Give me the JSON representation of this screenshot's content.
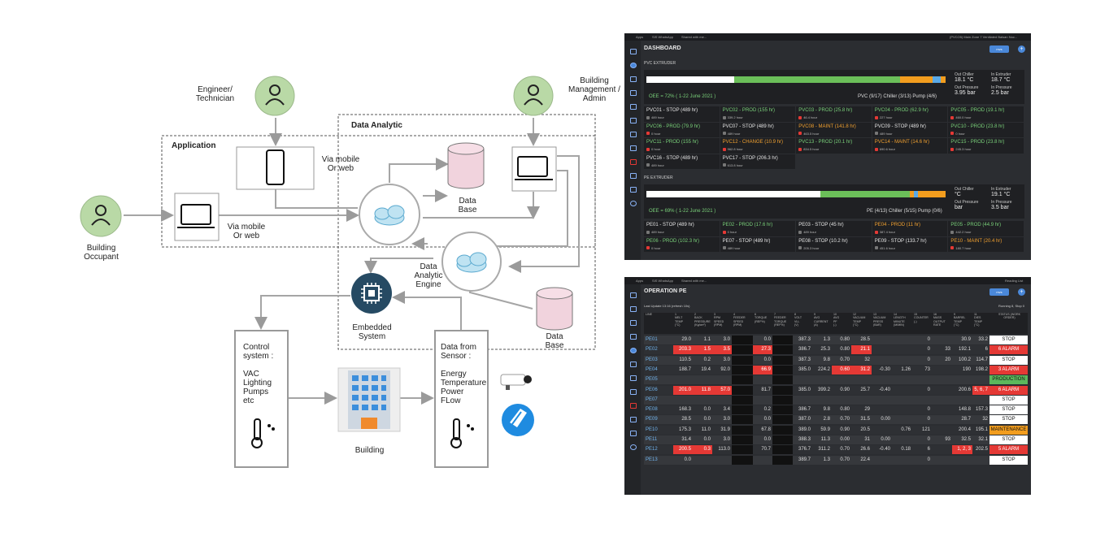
{
  "diagram": {
    "actors": {
      "engineer": "Engineer/\nTechnician",
      "building_mgmt": "Building\nManagement /\nAdmin",
      "occupant": "Building\nOccupant"
    },
    "labels": {
      "data_analytic": "Data Analytic",
      "application": "Application",
      "via_mobile_top": "Via mobile\nOr web",
      "via_mobile_bottom": "Via mobile\nOr web",
      "database_top": "Data\nBase",
      "database_bottom": "Data\nBase",
      "engine": "Data\nAnalytic\nEngine",
      "embedded": "Embedded\nSystem",
      "control": "Control\nsystem :\n\nVAC\nLighting\nPumps\netc",
      "building": "Building",
      "sensor": "Data from\nSensor :\n\nEnergy\nTemperature\nPower\nFLow"
    }
  },
  "dashboard": {
    "topbar": {
      "app": "Apps",
      "tab1": "SIS WhatsApp",
      "tab2": "Shared with me...",
      "right": "(PVCO5) Main Zone 7 Ventilated Balsan Nuc..."
    },
    "title": "DASHBOARD",
    "mvs": "mvs",
    "pvc": {
      "section": "PVC EXTRUDER",
      "oee": "OEE = 72% ( 1-22 June 2021 )",
      "summary": "PVC (9/17) Chiller (3/13) Pump (4/6)",
      "chiller": {
        "out_l": "Out Chiller",
        "out_v": "18.1 °C",
        "in_l": "In Extruder",
        "in_v": "18.7 °C",
        "op_l": "Out Pressure",
        "op_v": "3.95 bar",
        "ip_l": "In Pressure",
        "ip_v": "2.5 bar"
      },
      "cells": [
        {
          "t": "PVC01 - STOP (489 hr)",
          "s": "489 hour",
          "c": "#e6e6e6",
          "d": "#777"
        },
        {
          "t": "PVC02 - PROD (155 hr)",
          "s": "339.2 hour",
          "c": "#7ad07a",
          "d": "#777"
        },
        {
          "t": "PVC03 - PROD (25.8 hr)",
          "s": "46.4 hour",
          "c": "#7ad07a",
          "d": "#e53935"
        },
        {
          "t": "PVC04 - PROD (62.9 hr)",
          "s": "227 hour",
          "c": "#7ad07a",
          "d": "#e53935"
        },
        {
          "t": "PVC05 - PROD (19.1 hr)",
          "s": "460.0 hour",
          "c": "#7ad07a",
          "d": "#e53935"
        },
        {
          "t": "PVC06 - PROD (79.9 hr)",
          "s": "0 hour",
          "c": "#7ad07a",
          "d": "#e53935"
        },
        {
          "t": "PVC07 - STOP (489 hr)",
          "s": "489 hour",
          "c": "#e6e6e6",
          "d": "#777"
        },
        {
          "t": "PVC08 - MAINT (141.8 hr)",
          "s": "463.5 hour",
          "c": "#f0a030",
          "d": "#e53935"
        },
        {
          "t": "PVC09 - STOP (489 hr)",
          "s": "489 hour",
          "c": "#e6e6e6",
          "d": "#777"
        },
        {
          "t": "PVC10 - PROD (23.8 hr)",
          "s": "0 hour",
          "c": "#7ad07a",
          "d": "#e53935"
        },
        {
          "t": "PVC11 - PROD (155 hr)",
          "s": "0 hour",
          "c": "#7ad07a",
          "d": "#e53935"
        },
        {
          "t": "PVC12 - CHANGE (10.9 hr)",
          "s": "962.8 hour",
          "c": "#f0a030",
          "d": "#e53935"
        },
        {
          "t": "PVC13 - PROD (20.1 hr)",
          "s": "834.5 hour",
          "c": "#7ad07a",
          "d": "#e53935"
        },
        {
          "t": "PVC14 - MAINT (14.6 hr)",
          "s": "690.6 hour",
          "c": "#f0a030",
          "d": "#e53935"
        },
        {
          "t": "PVC15 - PROD (23.8 hr)",
          "s": "245.3 hour",
          "c": "#7ad07a",
          "d": "#e53935"
        },
        {
          "t": "PVC16 - STOP (489 hr)",
          "s": "489 hour",
          "c": "#e6e6e6",
          "d": "#777"
        },
        {
          "t": "PVC17 - STOP (206.3 hr)",
          "s": "613.8 hour",
          "c": "#e6e6e6",
          "d": "#777"
        }
      ]
    },
    "pe": {
      "section": "PE EXTRUDER",
      "oee": "OEE = 69% ( 1-22 June 2021 )",
      "summary": "PE (4/13) Chiller (5/15) Pump (0/6)",
      "chiller": {
        "out_l": "Out Chiller",
        "out_v": "°C",
        "in_l": "In Extruder",
        "in_v": "19.1 °C",
        "op_l": "Out Pressure",
        "op_v": "bar",
        "ip_l": "In Pressure",
        "ip_v": "3.5 bar"
      },
      "cells": [
        {
          "t": "PE01 - STOP (489 hr)",
          "s": "489 hour",
          "c": "#e6e6e6",
          "d": "#777"
        },
        {
          "t": "PE02 - PROD (17.6 hr)",
          "s": "0 hour",
          "c": "#7ad07a",
          "d": "#e53935"
        },
        {
          "t": "PE03 - STOP (45 hr)",
          "s": "489 hour",
          "c": "#e6e6e6",
          "d": "#777"
        },
        {
          "t": "PE04 - PROD (11 hr)",
          "s": "387.4 hour",
          "c": "#f0a030",
          "d": "#e53935"
        },
        {
          "t": "PE05 - PROD (44.9 hr)",
          "s": "442.2 hour",
          "c": "#7ad07a",
          "d": "#777"
        },
        {
          "t": "PE06 - PROD (102.3 hr)",
          "s": "0 hour",
          "c": "#7ad07a",
          "d": "#e53935"
        },
        {
          "t": "PE07 - STOP (489 hr)",
          "s": "489 hour",
          "c": "#e6e6e6",
          "d": "#777"
        },
        {
          "t": "PE08 - STOP (10.2 hr)",
          "s": "205.3 hour",
          "c": "#e6e6e6",
          "d": "#777"
        },
        {
          "t": "PE09 - STOP (133.7 hr)",
          "s": "451.6 hour",
          "c": "#e6e6e6",
          "d": "#777"
        },
        {
          "t": "PE10 - MAINT (20.4 hr)",
          "s": "180.7 hour",
          "c": "#f0a030",
          "d": "#e53935"
        }
      ]
    }
  },
  "operation": {
    "topbar": {
      "app": "Apps",
      "tab1": "SIS WhatsApp",
      "tab2": "Shared with me...",
      "right": "Reading List"
    },
    "title": "OPERATION PE",
    "mvs": "mvs",
    "last_update": "Last Update 13:16 (refresh 10s)",
    "running": "Running 8, Stop 0",
    "headers": [
      "LINE",
      "1\nMELT\nTEMP\n(°C)",
      "2\nBACK\nPRESSURE\n(Kg/cm²)",
      "3\nRPM\nSPEED\n(RPM)",
      "4\nFEEDER\nSPEED\n(RPM)",
      "6\nTORQUE\n(REF%)",
      "7\nFEEDER\nTORQUE\n(REF%)",
      "8\nVOLT\nVLL\n(V)",
      "9\nAVG\nCURRENT\n(A)",
      "10\nAVG\nPF\n(-)",
      "12\nVACUUM\nTEMP\n(°C)",
      "13\nVACUUM\nPRESS\n(BAR)",
      "14\nLENGTH\nMINUTE\n(M/MIN)",
      "15\nCOUNTER\n(-)",
      "16\nMASS\nOUTPUT\nRATE",
      "9\nBARREL\nTEMP\n(°C)",
      "11\nDIES\nTEMP\n(°C)",
      "STATUS (WORK\nORDER)"
    ],
    "rows": [
      {
        "line": "PE01",
        "v": [
          "29.0",
          "1.1",
          "3.0",
          "",
          "0.0",
          "",
          "387.3",
          "1.3",
          "0.80",
          "28.5",
          "",
          "",
          "0",
          "",
          "30.9",
          "33.2"
        ],
        "status": "STOP"
      },
      {
        "line": "PE02",
        "v": [
          "203.3",
          "1.5",
          "3.5",
          "",
          "27.3",
          "",
          "386.7",
          "25.3",
          "0.80",
          "21.1",
          "",
          "",
          "0",
          "33",
          "192.1",
          "6"
        ],
        "status": "6 ALARM"
      },
      {
        "line": "PE03",
        "v": [
          "110.5",
          "0.2",
          "3.0",
          "",
          "0.0",
          "",
          "387.3",
          "9.8",
          "0.70",
          "32",
          "",
          "",
          "0",
          "20",
          "100.2",
          "114.7"
        ],
        "status": "STOP"
      },
      {
        "line": "PE04",
        "v": [
          "188.7",
          "19.4",
          "92.0",
          "",
          "66.9",
          "",
          "385.0",
          "224.2",
          "0.60",
          "31.2",
          "-0.30",
          "1.26",
          "73",
          "",
          "190",
          "198.2"
        ],
        "status": "3 ALARM"
      },
      {
        "line": "PE05",
        "v": [
          "",
          "",
          "",
          "",
          "",
          "",
          "",
          "",
          "",
          "",
          "",
          "",
          "",
          "",
          "",
          ""
        ],
        "status": "PRODUCTION"
      },
      {
        "line": "PE06",
        "v": [
          "201.0",
          "11.8",
          "57.0",
          "",
          "81.7",
          "",
          "385.0",
          "399.2",
          "0.90",
          "25.7",
          "-0.40",
          "",
          "0",
          "",
          "200.6",
          "5, 6, 7"
        ],
        "status": "6 ALARM"
      },
      {
        "line": "PE07",
        "v": [
          "",
          "",
          "",
          "",
          "",
          "",
          "",
          "",
          "",
          "",
          "",
          "",
          "",
          "",
          "",
          ""
        ],
        "status": "STOP"
      },
      {
        "line": "PE08",
        "v": [
          "168.3",
          "0.0",
          "3.4",
          "",
          "0.2",
          "",
          "386.7",
          "9.8",
          "0.80",
          "29",
          "",
          "",
          "0",
          "",
          "148.8",
          "157.3"
        ],
        "status": "STOP"
      },
      {
        "line": "PE09",
        "v": [
          "28.5",
          "0.0",
          "3.0",
          "",
          "0.0",
          "",
          "387.0",
          "2.8",
          "0.70",
          "31.5",
          "0.00",
          "",
          "0",
          "",
          "28.7",
          "32"
        ],
        "status": "STOP"
      },
      {
        "line": "PE10",
        "v": [
          "175.3",
          "11.0",
          "31.9",
          "",
          "67.8",
          "",
          "389.0",
          "59.9",
          "0.90",
          "20.5",
          "",
          "0.76",
          "121",
          "",
          "200.4",
          "195.1"
        ],
        "status": "MAINTENANCE"
      },
      {
        "line": "PE11",
        "v": [
          "31.4",
          "0.0",
          "3.0",
          "",
          "0.0",
          "",
          "388.3",
          "11.3",
          "0.00",
          "31",
          "0.00",
          "",
          "0",
          "93",
          "32.5",
          "32.1"
        ],
        "status": "STOP"
      },
      {
        "line": "PE12",
        "v": [
          "200.5",
          "0.3",
          "113.0",
          "",
          "70.7",
          "",
          "376.7",
          "311.2",
          "0.70",
          "26.6",
          "-0.40",
          "0.18",
          "6",
          "",
          "1, 2, 3",
          "202.5"
        ],
        "status": "5 ALARM"
      },
      {
        "line": "PE13",
        "v": [
          "0.0",
          "",
          "",
          "",
          "",
          "",
          "389.7",
          "1.3",
          "0.70",
          "22.4",
          "",
          "",
          "0",
          "",
          "",
          ""
        ],
        "status": "STOP"
      }
    ]
  }
}
